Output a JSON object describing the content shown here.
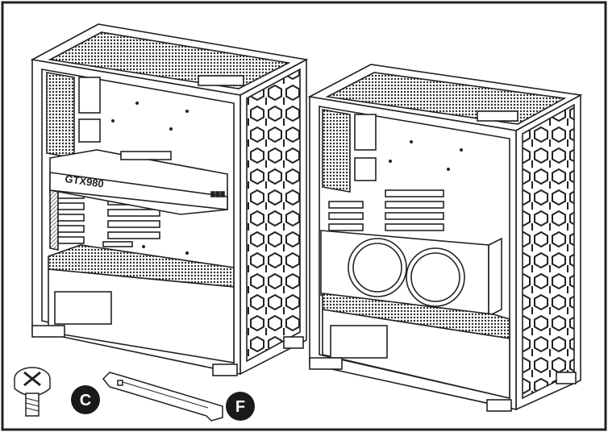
{
  "labels": {
    "gpu_model": "GTX980",
    "part_c": "C",
    "part_f": "F"
  },
  "icons": [
    "screw-icon",
    "pci-slot-bracket-icon"
  ],
  "colors": {
    "line": "#222222",
    "badge": "#1a1a1a",
    "badge_text": "#ffffff",
    "mesh": "#3a3a3a"
  }
}
